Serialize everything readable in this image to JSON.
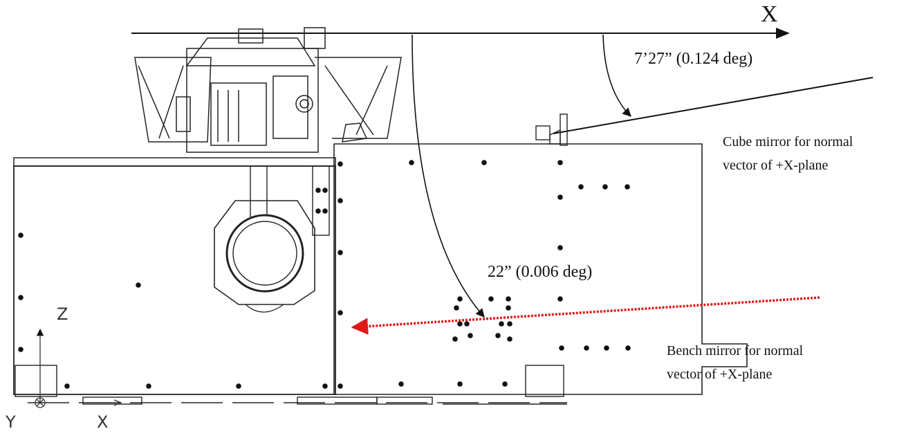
{
  "axes": {
    "top_axis_label": "X",
    "local_z_label": "Z",
    "local_y_label": "Y",
    "local_x_label": "X"
  },
  "annotations": {
    "cube_angle": "7’27” (0.124 deg)",
    "bench_angle": "22” (0.006 deg)",
    "cube_caption": [
      "Cube mirror for normal",
      "vector of +X-plane"
    ],
    "bench_caption": [
      "Bench mirror for normal",
      "vector of +X-plane"
    ]
  },
  "colors": {
    "line": "#111111",
    "laser": "#e01818"
  }
}
